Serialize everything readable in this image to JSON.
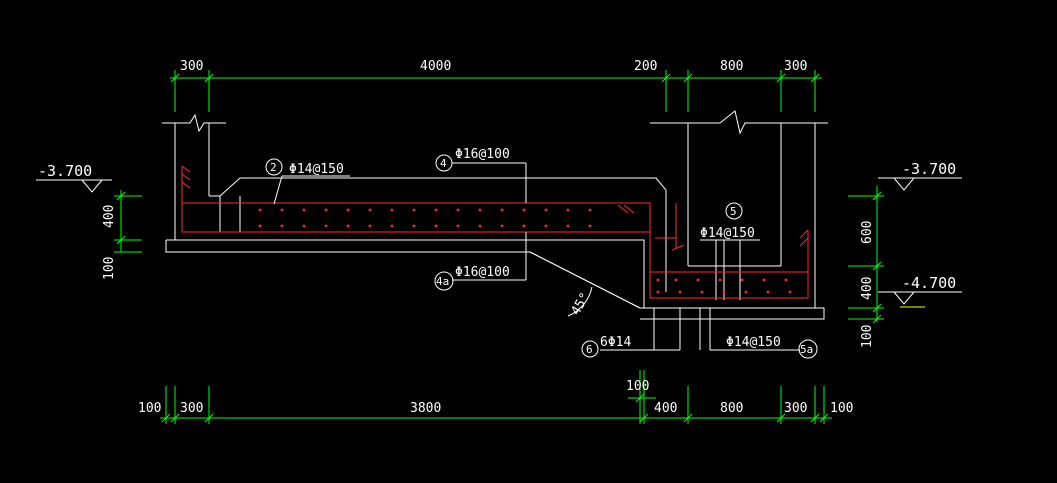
{
  "colors": {
    "background": "#000000",
    "concrete": "#ffffff",
    "rebar": "#ff2a2a",
    "dimension": "#00ff00",
    "text": "#ffffff"
  },
  "dims_top": [
    "300",
    "4000",
    "200",
    "800",
    "300"
  ],
  "dims_bottom": [
    "100",
    "300",
    "3800",
    "100",
    "400",
    "800",
    "300",
    "100"
  ],
  "dims_left": [
    "400",
    "100"
  ],
  "dims_right": [
    "600",
    "400",
    "100"
  ],
  "levels": {
    "left": "-3.700",
    "right_top": "-3.700",
    "right_bottom": "-4.700"
  },
  "rebars": {
    "r2": {
      "num": "2",
      "spec": "Φ14@150"
    },
    "r4": {
      "num": "4",
      "spec": "Φ16@100"
    },
    "r4a": {
      "num": "4a",
      "spec": "Φ16@100"
    },
    "r5": {
      "num": "5",
      "spec": "Φ14@150"
    },
    "r5a": {
      "num": "5a",
      "spec": "Φ14@150"
    },
    "r6": {
      "num": "6",
      "spec": "6Φ14"
    }
  },
  "angle": "45°"
}
